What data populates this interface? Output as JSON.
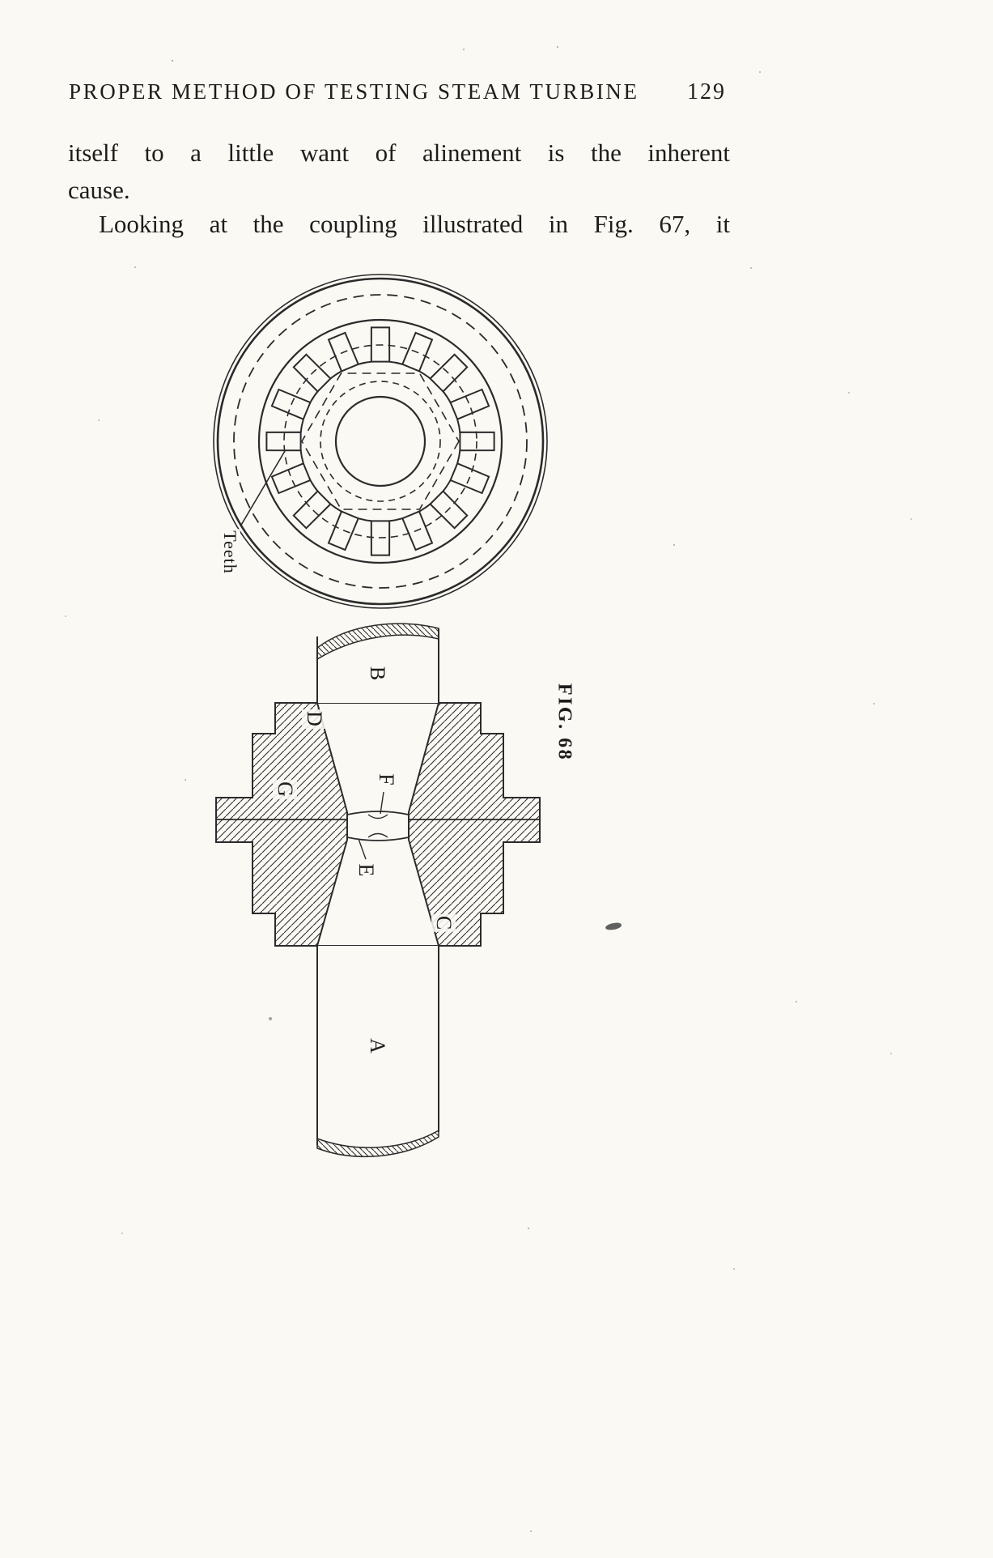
{
  "header": {
    "title": "PROPER METHOD OF TESTING STEAM TURBINE",
    "page_number": "129"
  },
  "body": {
    "paragraph1": {
      "line1": "itself to a little want of alinement is the inherent",
      "line2": "cause."
    },
    "paragraph2": {
      "line1": "Looking at the coupling illustrated in Fig. 67, it"
    }
  },
  "figure67": {
    "teeth_label": "Teeth"
  },
  "figure68": {
    "caption": "FIG. 68",
    "labels": {
      "a": "A",
      "b": "B",
      "c": "C",
      "d": "D",
      "e": "E",
      "f": "F",
      "g": "G"
    }
  },
  "colors": {
    "paper": "#faf9f4",
    "ink": "#2b2b2b"
  }
}
